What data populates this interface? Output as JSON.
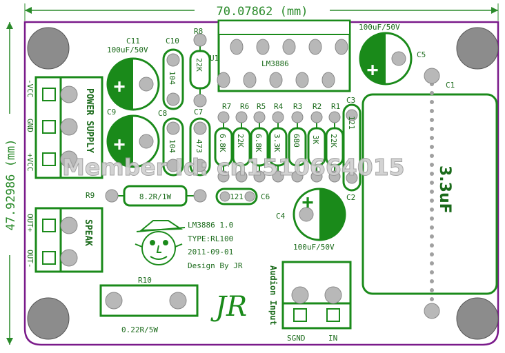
{
  "board": {
    "width_label": "70.07862 (mm)",
    "height_label": "47.92986 (mm)",
    "outline_color": "#7a1a8a",
    "silk_color": "#1a8a1a"
  },
  "chip": {
    "ref": "U1",
    "name": "LM3886"
  },
  "caps": {
    "c11": {
      "ref": "C11",
      "value": "100uF/50V"
    },
    "c10": {
      "ref": "C10",
      "value": "104"
    },
    "c9": {
      "ref": "C9"
    },
    "c8": {
      "ref": "C8",
      "value": "104"
    },
    "c7": {
      "ref": "C7",
      "value": "473"
    },
    "c5": {
      "ref": "C5",
      "value": "100uF/50V"
    },
    "c1": {
      "ref": "C1",
      "value": "3.3uF"
    },
    "c3": {
      "ref": "C3",
      "value": "121"
    },
    "c2": {
      "ref": "C2"
    },
    "c6": {
      "ref": "C6",
      "value": "121"
    },
    "c4": {
      "ref": "C4",
      "value": "100uF/50V"
    }
  },
  "resistors": {
    "r8": {
      "ref": "R8",
      "value": "22K"
    },
    "r7": {
      "ref": "R7",
      "value": "6.8K"
    },
    "r6": {
      "ref": "R6",
      "value": "22K"
    },
    "r5": {
      "ref": "R5",
      "value": "6.8K"
    },
    "r4": {
      "ref": "R4",
      "value": "3.3K"
    },
    "r3": {
      "ref": "R3",
      "value": "680"
    },
    "r2": {
      "ref": "R2",
      "value": "3K"
    },
    "r1": {
      "ref": "R1",
      "value": "22K"
    },
    "r9": {
      "ref": "R9",
      "value": "8.2R/1W"
    },
    "r10": {
      "ref": "R10",
      "value": "0.22R/5W"
    }
  },
  "connectors": {
    "power": {
      "title": "POWER SUPPLY",
      "pins": [
        "-VCC",
        "GND",
        "+VCC"
      ]
    },
    "speak": {
      "title": "SPEAK",
      "pins": [
        "OUT+",
        "OUT-"
      ]
    },
    "audio": {
      "title": "Audion Input",
      "pins": [
        "SGND",
        "IN"
      ]
    }
  },
  "info": {
    "line1": "LM3886 1.0",
    "line2": "TYPE:RL100",
    "line3": "2011-09-01",
    "line4": "Design By JR",
    "logo": "JR"
  },
  "watermark": "Member Id: cn1510664015",
  "polarity": {
    "plus": "+"
  }
}
